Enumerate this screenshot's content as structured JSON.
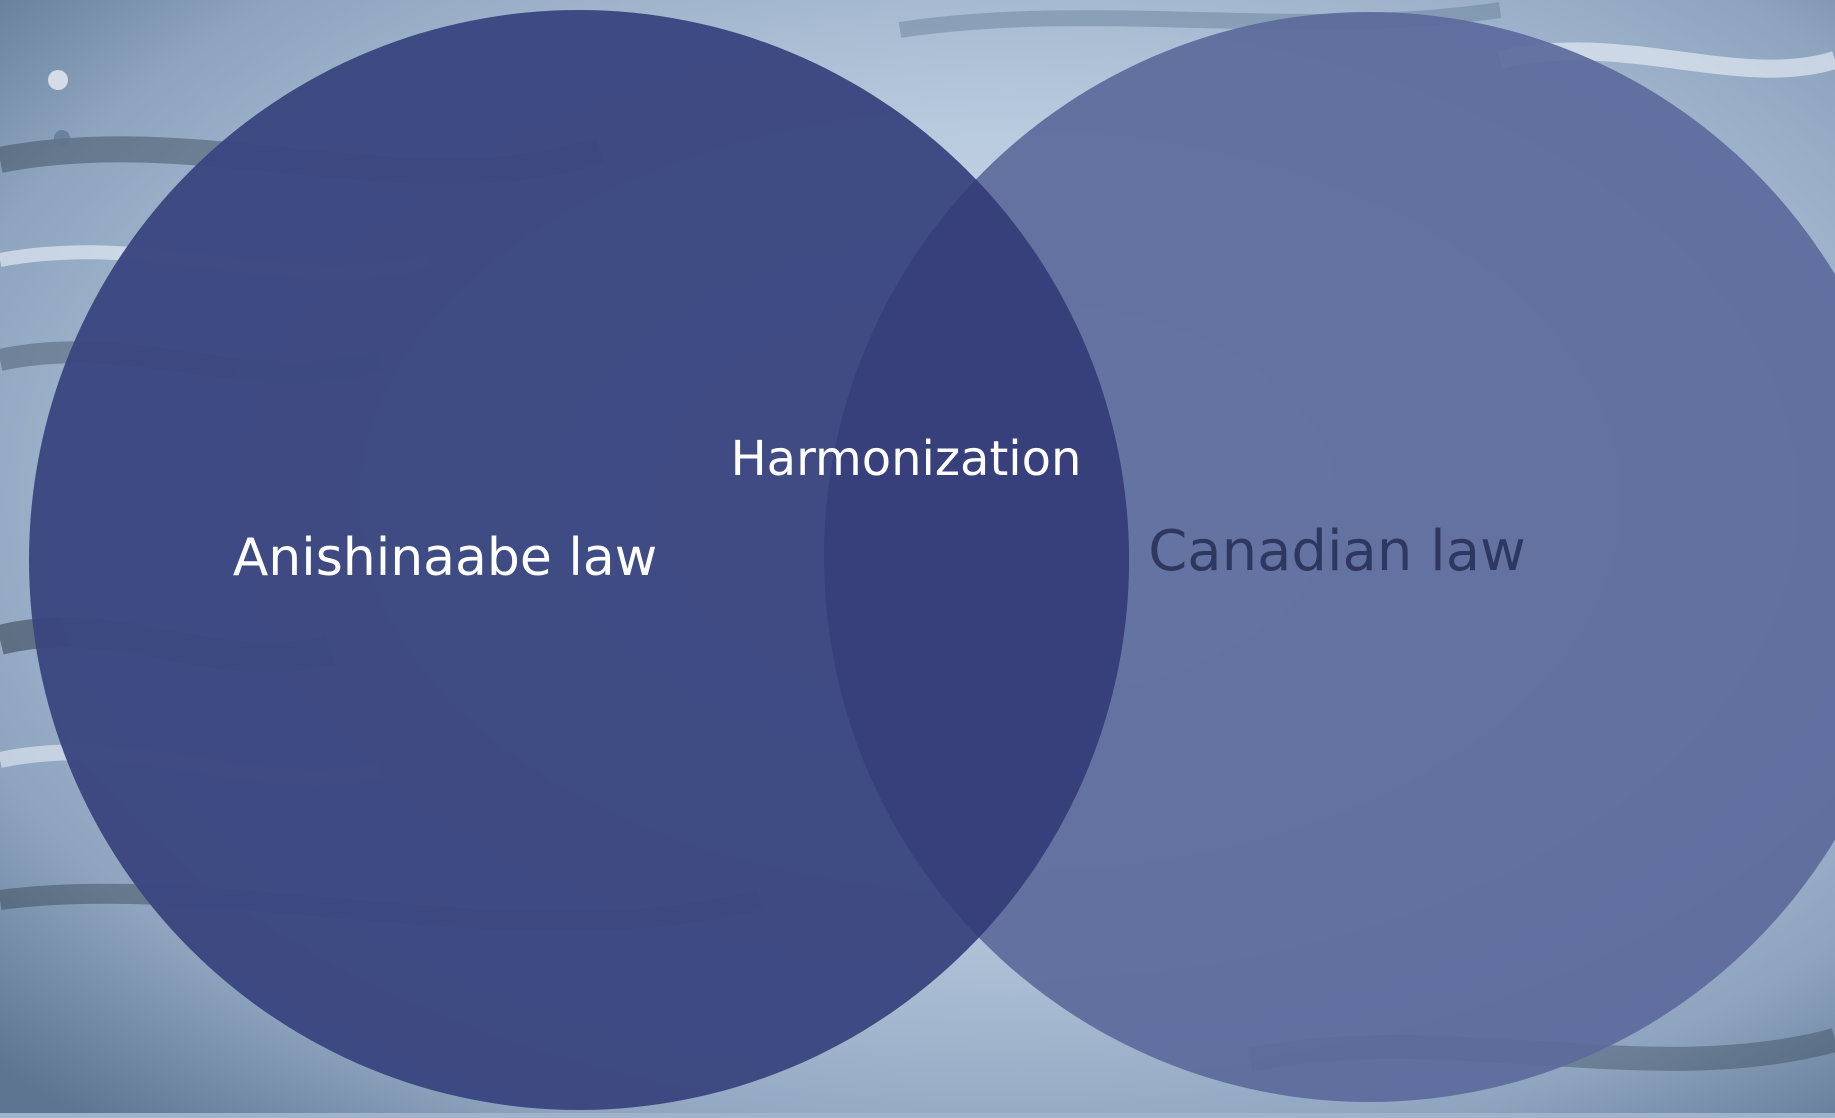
{
  "diagram": {
    "type": "venn",
    "sets": [
      {
        "id": "left",
        "label": "Anishinaabe law",
        "fill": "#3b4680",
        "text_color": "#ffffff"
      },
      {
        "id": "right",
        "label": "Canadian law",
        "fill": "#5c6a9c",
        "text_color": "#2e3760"
      }
    ],
    "intersection": {
      "label": "Harmonization",
      "fill": "#37407a",
      "text_color": "#ffffff"
    }
  },
  "background": {
    "subject": "water ripples",
    "colors": [
      "#dce7f2",
      "#a9bdd5",
      "#5d7591",
      "#1c2735"
    ]
  }
}
